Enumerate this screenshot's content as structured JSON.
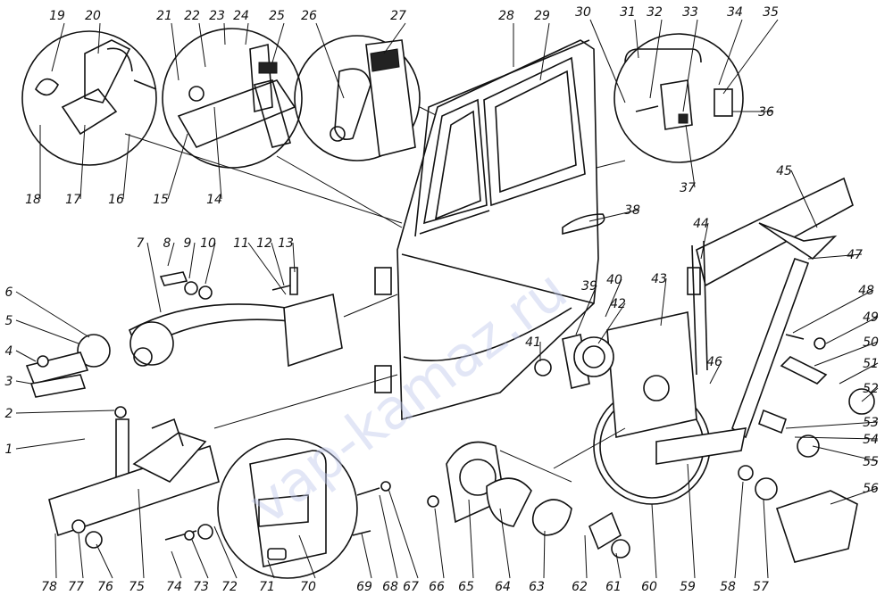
{
  "watermark": "vap-kamaz.ru",
  "callouts": [
    "1",
    "2",
    "3",
    "4",
    "5",
    "6",
    "7",
    "8",
    "9",
    "10",
    "11",
    "12",
    "13",
    "14",
    "15",
    "16",
    "17",
    "18",
    "19",
    "20",
    "21",
    "22",
    "23",
    "24",
    "25",
    "26",
    "27",
    "28",
    "29",
    "30",
    "31",
    "32",
    "33",
    "34",
    "35",
    "36",
    "37",
    "38",
    "39",
    "40",
    "41",
    "42",
    "43",
    "44",
    "45",
    "46",
    "47",
    "48",
    "49",
    "50",
    "51",
    "52",
    "53",
    "54",
    "55",
    "56",
    "57",
    "58",
    "59",
    "60",
    "61",
    "62",
    "63",
    "64",
    "65",
    "66",
    "67",
    "68",
    "69",
    "70",
    "71",
    "72",
    "73",
    "74",
    "75",
    "76",
    "77",
    "78"
  ],
  "colors": {
    "ink": "#111111",
    "paper": "#ffffff",
    "watermark": "#bec8eb"
  }
}
